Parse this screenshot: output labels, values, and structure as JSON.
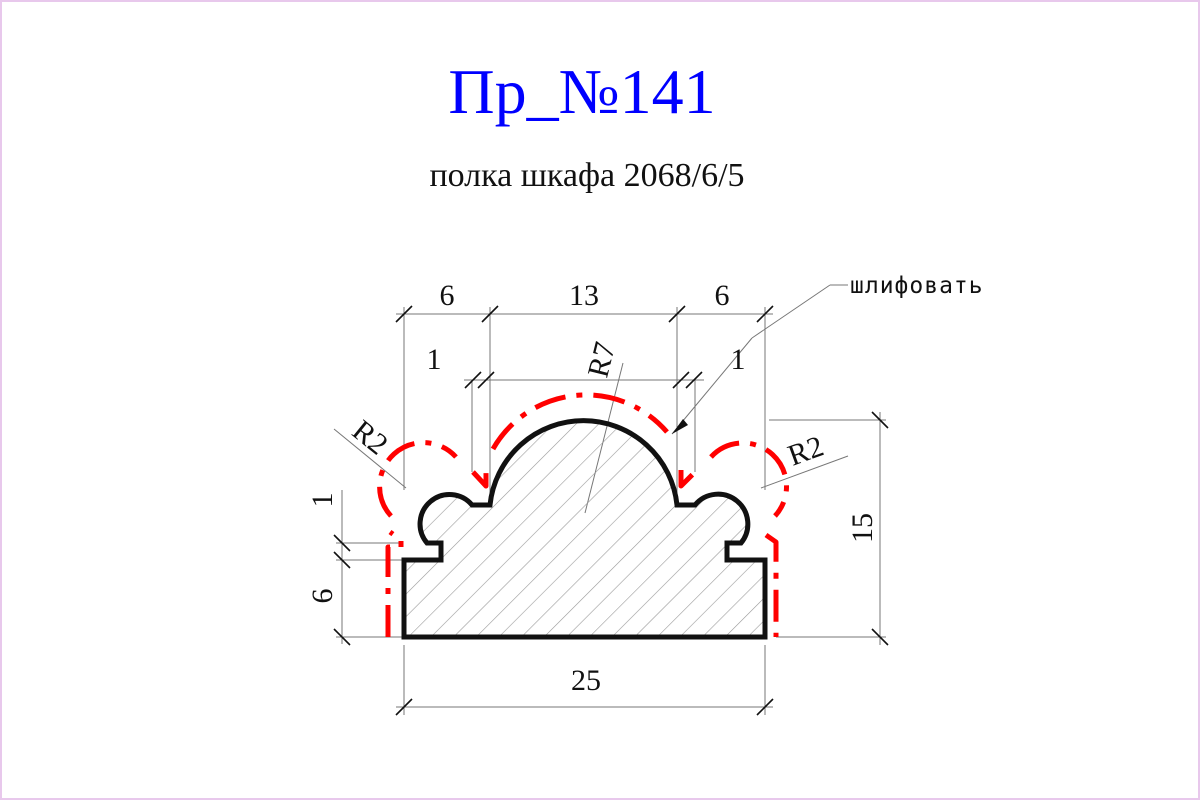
{
  "drawing": {
    "title": "Пр_№141",
    "subtitle": "полка шкафа 2068/6/5",
    "note": "шлифовать",
    "dimensions": {
      "top_left": "6",
      "top_center": "13",
      "top_right": "6",
      "offset_left": "1",
      "offset_right": "1",
      "radius_center": "R7",
      "radius_left": "R2",
      "radius_right": "R2",
      "left_step": "1",
      "left_height": "6",
      "total_height": "15",
      "total_width": "25"
    },
    "colors": {
      "title": "#0000ff",
      "sanding_line": "#ff0000",
      "outline": "#111111",
      "border": "#e8c8ec"
    }
  }
}
